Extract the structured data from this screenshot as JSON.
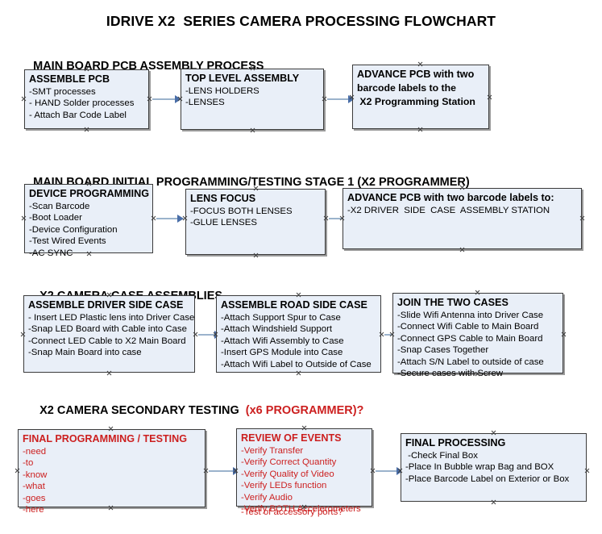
{
  "document": {
    "title": "IDRIVE X2  SERIES CAMERA PROCESSING FLOWCHART",
    "accent_red": "#cc1f1f",
    "box_fill": "#e9eff8",
    "box_border": "#3b3b3b",
    "connector_color": "#9bb3cc",
    "arrowhead_color": "#4a6ea8"
  },
  "sections": [
    {
      "id": "main-board-pcb-assembly",
      "heading": "MAIN BOARD PCB ASSEMBLY PROCESS",
      "heading_accent": "",
      "boxes": [
        {
          "id": "assemble-pcb",
          "title": "ASSEMBLE PCB",
          "lines": [
            "-SMT processes",
            "- HAND Solder processes",
            "- Attach Bar Code Label"
          ]
        },
        {
          "id": "top-level-assembly",
          "title": "TOP LEVEL ASSEMBLY",
          "lines": [
            "-LENS HOLDERS",
            "-LENSES"
          ]
        },
        {
          "id": "advance-pcb-to-x2-station",
          "title": "ADVANCE PCB with two",
          "lines": [
            "barcode labels to the",
            " X2 Programming Station"
          ]
        }
      ]
    },
    {
      "id": "main-board-initial-programming",
      "heading": "MAIN BOARD INITIAL PROGRAMMING/TESTING STAGE 1 (X2 PROGRAMMER)",
      "heading_accent": "",
      "boxes": [
        {
          "id": "device-programming",
          "title": "DEVICE PROGRAMMING",
          "lines": [
            "-Scan Barcode",
            "-Boot Loader",
            "-Device Configuration",
            "-Test Wired Events",
            "-AC SYNC"
          ]
        },
        {
          "id": "lens-focus",
          "title": "LENS FOCUS",
          "lines": [
            "-FOCUS BOTH LENSES",
            "-GLUE LENSES"
          ]
        },
        {
          "id": "advance-pcb-to-driver-side-station",
          "title": "ADVANCE PCB with two barcode labels to:",
          "lines": [
            "-X2 DRIVER  SIDE  CASE  ASSEMBLY STATION"
          ]
        }
      ]
    },
    {
      "id": "x2-camera-case-assemblies",
      "heading": "X2 CAMERA CASE ASSEMBLIES",
      "heading_accent": "",
      "boxes": [
        {
          "id": "assemble-driver-side-case",
          "title": "ASSEMBLE DRIVER SIDE CASE",
          "lines": [
            "- Insert LED Plastic lens into Driver Case",
            "-Snap LED Board with Cable into Case",
            "-Connect LED Cable to X2 Main Board",
            "-Snap Main Board into case"
          ]
        },
        {
          "id": "assemble-road-side-case",
          "title": "ASSEMBLE ROAD SIDE CASE",
          "lines": [
            "-Attach Support Spur to Case",
            "-Attach Windshield Support",
            "-Attach Wifi Assembly to Case",
            "-Insert GPS Module into Case",
            "-Attach Wifi Label to Outside of Case"
          ]
        },
        {
          "id": "join-the-two-cases",
          "title": "JOIN THE TWO CASES",
          "lines": [
            "-Slide Wifi Antenna into Driver Case",
            "-Connect Wifi Cable to Main Board",
            "-Connect GPS Cable to Main Board",
            "-Snap Cases Together",
            "-Attach S/N Label to outside of case",
            "-Secure cases with Screw"
          ]
        }
      ]
    },
    {
      "id": "x2-camera-secondary-testing",
      "heading": "X2 CAMERA SECONDARY TESTING ",
      "heading_accent": " (x6 PROGRAMMER)?",
      "boxes": [
        {
          "id": "final-programming-testing",
          "title": "FINAL PROGRAMMING / TESTING",
          "lines": [
            "-need",
            "-to",
            "-know",
            "-what",
            "-goes",
            "-here"
          ]
        },
        {
          "id": "review-of-events",
          "title": "REVIEW OF EVENTS",
          "lines": [
            "-Verify Transfer",
            "-Verify Correct Quantity",
            "-Verify Quality of Video",
            "-Verify LEDs function",
            "-Verify Audio",
            "-Verify BOTH Accelerometers"
          ],
          "overflow_line": "-Test of accessory ports?"
        },
        {
          "id": "final-processing",
          "title": "FINAL PROCESSING",
          "lines": [
            " -Check Final Box",
            "-Place In Bubble wrap Bag and BOX",
            "-Place Barcode Label on Exterior or Box"
          ]
        }
      ]
    }
  ]
}
